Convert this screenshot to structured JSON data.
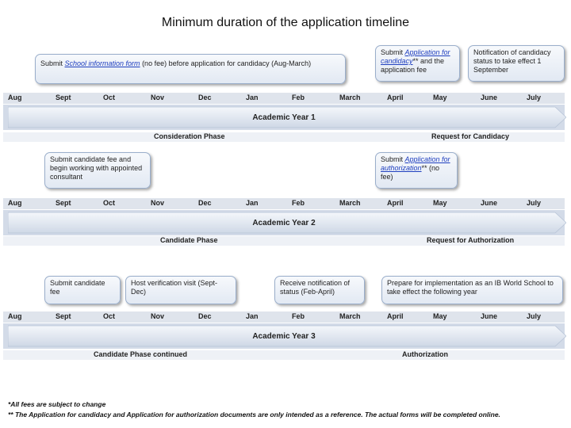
{
  "title": "Minimum duration of the application timeline",
  "months": [
    "Aug",
    "Sept",
    "Oct",
    "Nov",
    "Dec",
    "Jan",
    "Feb",
    "March",
    "April",
    "May",
    "June",
    "July"
  ],
  "rows": [
    {
      "year": "Academic Year 1",
      "phases": [
        "Consideration Phase",
        "Request for Candidacy"
      ],
      "callouts": [
        {
          "pre": "Submit ",
          "link": "School information form",
          "post": " (no fee) before application for candidacy (Aug-March)"
        },
        {
          "pre": "Submit ",
          "link": "Application for candidacy",
          "post": "** and the application fee"
        },
        {
          "pre": "Notification of candidacy status to take effect 1 September",
          "link": "",
          "post": ""
        }
      ]
    },
    {
      "year": "Academic Year 2",
      "phases": [
        "Candidate Phase",
        "Request for Authorization"
      ],
      "callouts": [
        {
          "pre": "Submit candidate fee and begin working with appointed consultant",
          "link": "",
          "post": ""
        },
        {
          "pre": "Submit ",
          "link": "Application for authorization",
          "post": "** (no fee)"
        }
      ]
    },
    {
      "year": "Academic Year 3",
      "phases": [
        "Candidate Phase continued",
        "Authorization"
      ],
      "callouts": [
        {
          "pre": "Submit candidate fee",
          "link": "",
          "post": ""
        },
        {
          "pre": "Host verification visit (Sept-Dec)",
          "link": "",
          "post": ""
        },
        {
          "pre": "Receive notification of status (Feb-April)",
          "link": "",
          "post": ""
        },
        {
          "pre": "Prepare for implementation as an IB World School to take effect the following year",
          "link": "",
          "post": ""
        }
      ]
    }
  ],
  "footnotes": [
    "*All fees are subject to change",
    "** The Application for candidacy and Application for authorization documents are only intended as a reference. The actual forms will be completed online."
  ]
}
